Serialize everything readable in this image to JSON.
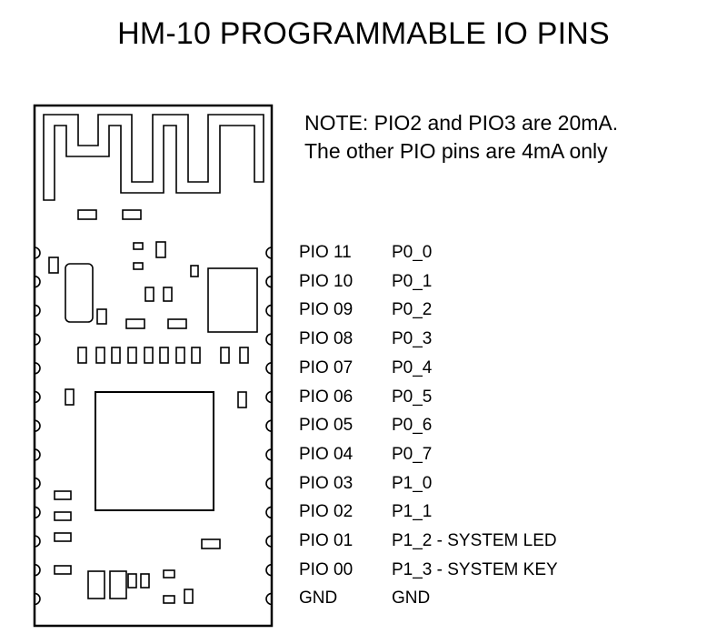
{
  "title": "HM-10 PROGRAMMABLE IO PINS",
  "note": {
    "line1": "NOTE: PIO2 and PIO3 are 20mA.",
    "line2": "The other PIO pins are 4mA only"
  },
  "pins": [
    {
      "pio": "PIO 11",
      "port": "P0_0"
    },
    {
      "pio": "PIO 10",
      "port": "P0_1"
    },
    {
      "pio": "PIO 09",
      "port": "P0_2"
    },
    {
      "pio": "PIO 08",
      "port": "P0_3"
    },
    {
      "pio": "PIO 07",
      "port": "P0_4"
    },
    {
      "pio": "PIO 06",
      "port": "P0_5"
    },
    {
      "pio": "PIO 05",
      "port": "P0_6"
    },
    {
      "pio": "PIO 04",
      "port": "P0_7"
    },
    {
      "pio": "PIO 03",
      "port": "P1_0"
    },
    {
      "pio": "PIO 02",
      "port": "P1_1"
    },
    {
      "pio": "PIO 01",
      "port": "P1_2 - SYSTEM LED"
    },
    {
      "pio": "PIO 00",
      "port": "P1_3 - SYSTEM KEY"
    },
    {
      "pio": "GND",
      "port": "GND"
    }
  ]
}
